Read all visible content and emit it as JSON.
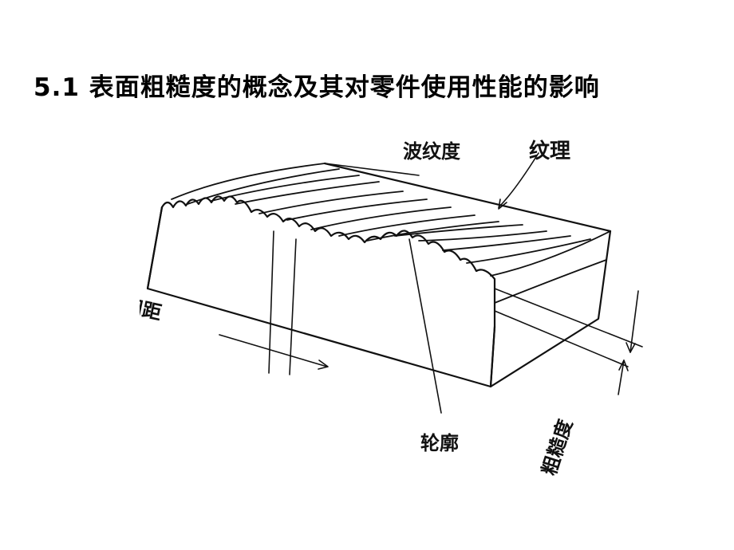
{
  "slide": {
    "title": "5.1 表面粗糙度的概念及其对零件使用性能的影响"
  },
  "diagram": {
    "labels": {
      "waviness": "波纹度",
      "lay": "纹理",
      "roughness_spacing": "粗糙度间距",
      "profile": "轮廓",
      "roughness": "粗糙度"
    }
  }
}
